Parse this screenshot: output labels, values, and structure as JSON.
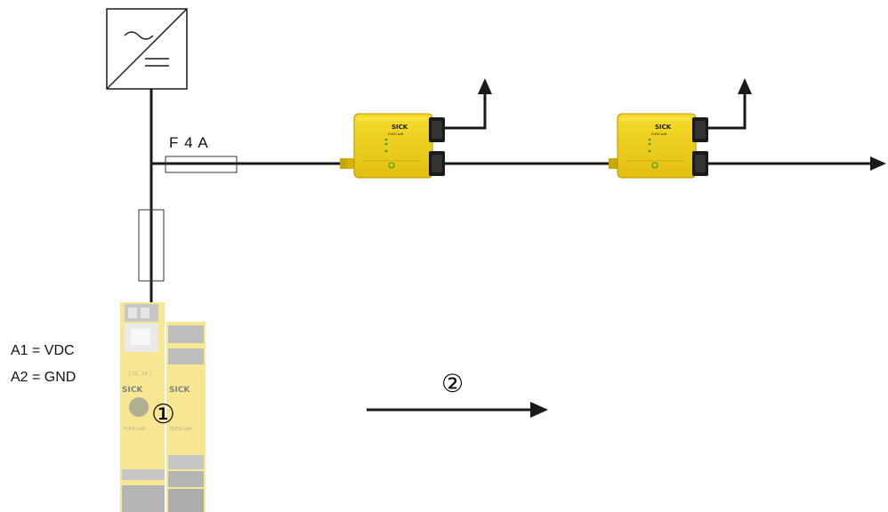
{
  "power_supply": {
    "label": "",
    "icon": "ac-dc-converter-icon"
  },
  "fuse": {
    "label": "F 4 A"
  },
  "controller_terminals": {
    "a1": "A1 = VDC",
    "a2": "A2 = GND"
  },
  "callouts": {
    "one": "①",
    "two": "②"
  },
  "module": {
    "brand": "SICK",
    "name": "FLEXI soft"
  },
  "colors": {
    "line": "#1a1a1a",
    "yellow": "#f2d21a",
    "yellow_dark": "#c9a60c",
    "controller_faded": "#fbeaa0"
  }
}
